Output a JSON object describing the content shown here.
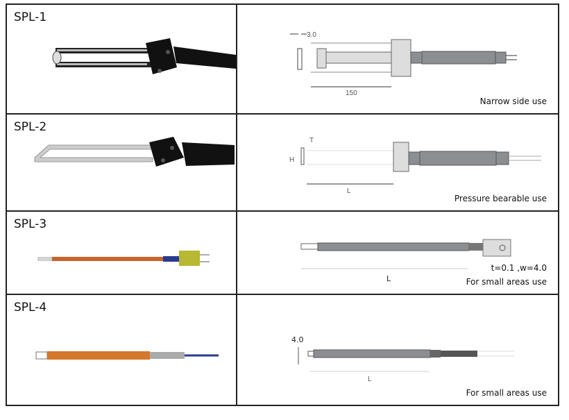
{
  "rows": [
    {
      "model": "SPL-1",
      "use": "Narrow side use",
      "dims": {
        "thickness": "3.0",
        "length": "150"
      }
    },
    {
      "model": "SPL-2",
      "use": "Pressure bearable use",
      "dims": {
        "thickness": "T",
        "height": "H",
        "length": "L"
      }
    },
    {
      "model": "SPL-3",
      "use": "For small areas use",
      "spec": "t=0.1 ,w=4.0",
      "dims": {
        "length": "L"
      }
    },
    {
      "model": "SPL-4",
      "use": "For small areas use",
      "dims": {
        "width": "4.0",
        "length": "L"
      }
    }
  ],
  "colors": {
    "border": "#222222",
    "probe_orange": "#c8642a",
    "connector_yellow": "#b8b832",
    "sheath_gray": "#8c8f92"
  }
}
